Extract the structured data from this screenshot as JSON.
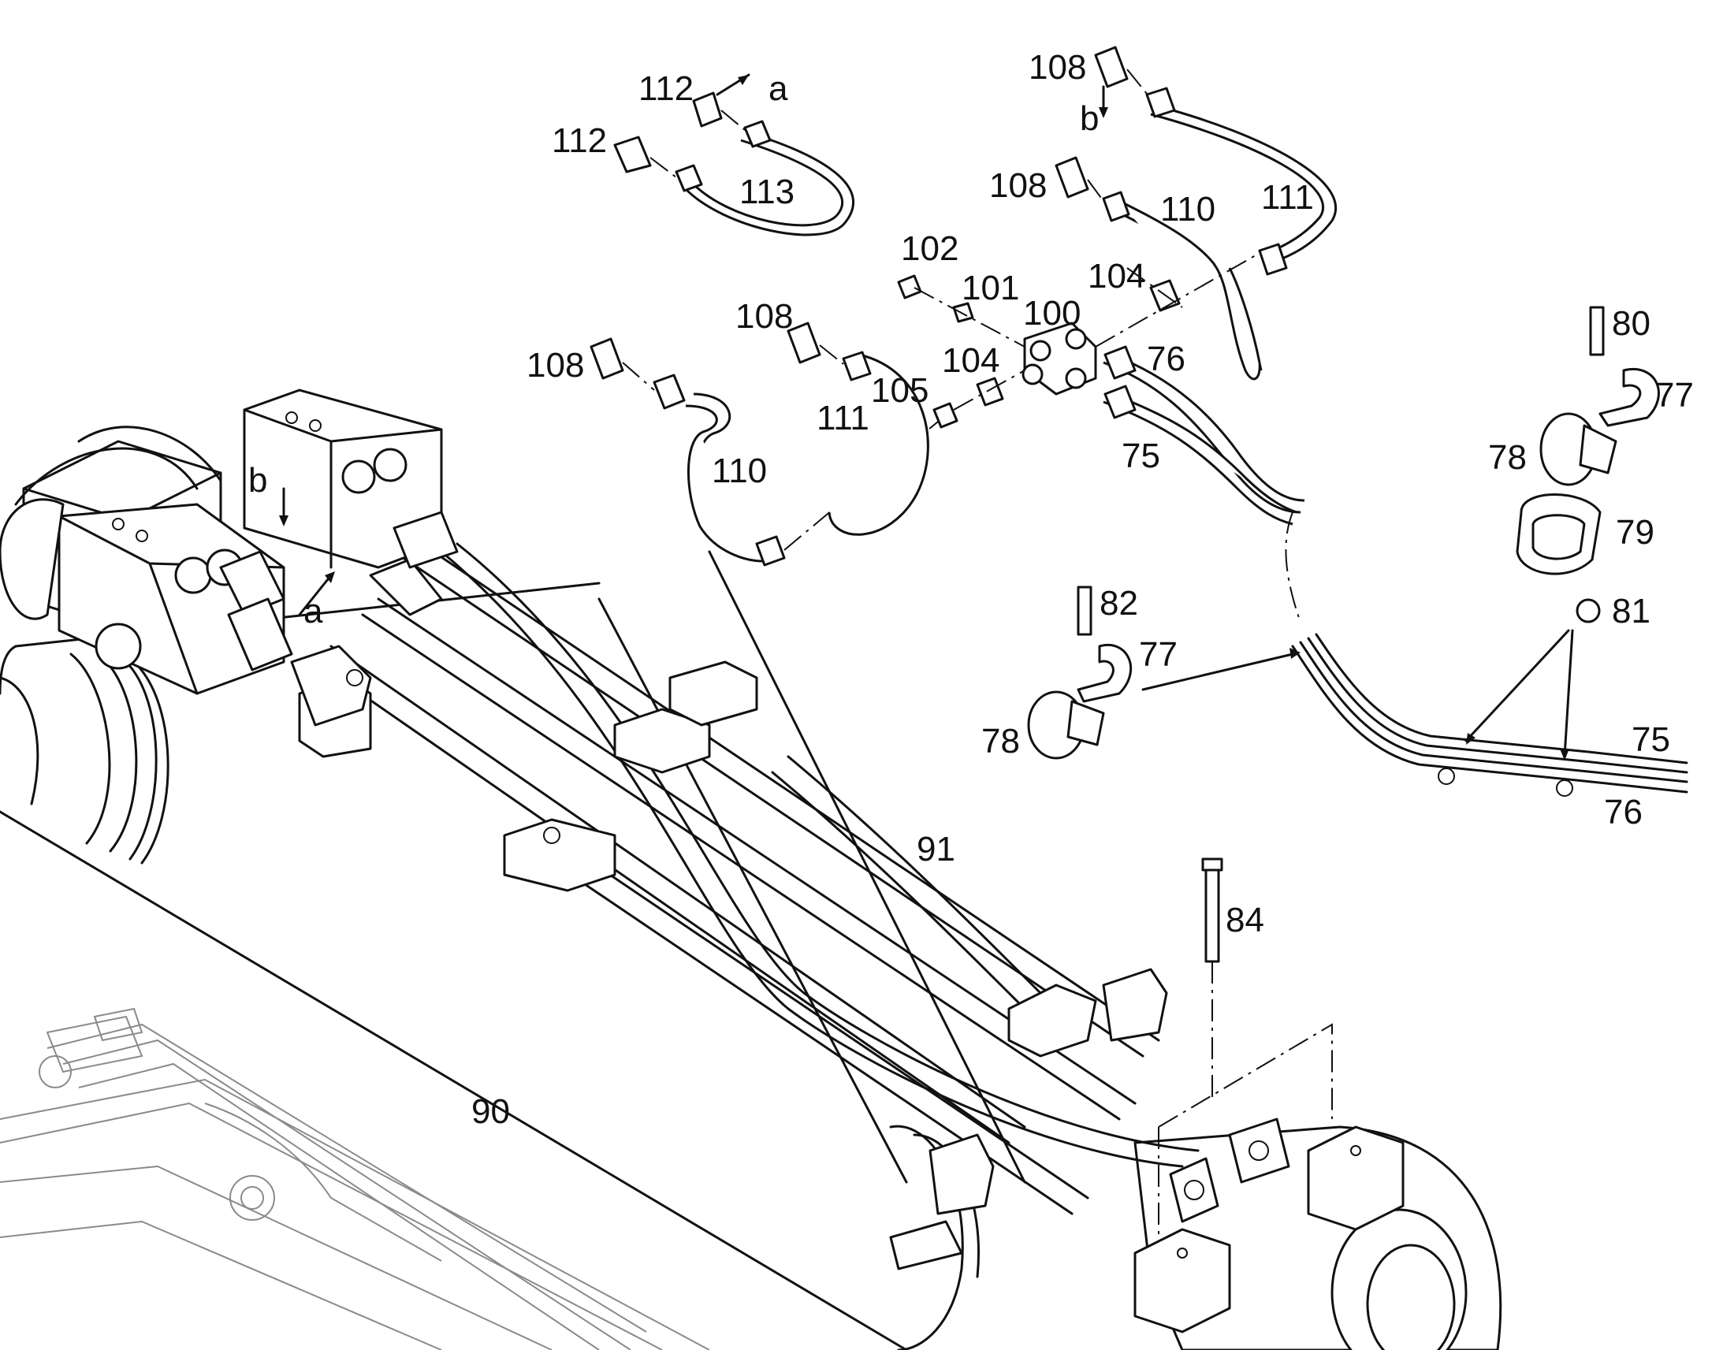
{
  "diagram": {
    "callouts": [
      {
        "id": "c-112a",
        "text": "112"
      },
      {
        "id": "c-a-top",
        "text": "a"
      },
      {
        "id": "c-112b",
        "text": "112"
      },
      {
        "id": "c-113",
        "text": "113"
      },
      {
        "id": "c-108-top",
        "text": "108"
      },
      {
        "id": "c-b-top",
        "text": "b"
      },
      {
        "id": "c-108-mid",
        "text": "108"
      },
      {
        "id": "c-110-top",
        "text": "110"
      },
      {
        "id": "c-111-top",
        "text": "111"
      },
      {
        "id": "c-102",
        "text": "102"
      },
      {
        "id": "c-101",
        "text": "101"
      },
      {
        "id": "c-104-top",
        "text": "104"
      },
      {
        "id": "c-100",
        "text": "100"
      },
      {
        "id": "c-108-left2",
        "text": "108"
      },
      {
        "id": "c-108-left",
        "text": "108"
      },
      {
        "id": "c-104-mid",
        "text": "104"
      },
      {
        "id": "c-76-top",
        "text": "76"
      },
      {
        "id": "c-105",
        "text": "105"
      },
      {
        "id": "c-111-mid",
        "text": "111"
      },
      {
        "id": "c-75-top",
        "text": "75"
      },
      {
        "id": "c-110-mid",
        "text": "110"
      },
      {
        "id": "c-b-block",
        "text": "b"
      },
      {
        "id": "c-a-block",
        "text": "a"
      },
      {
        "id": "c-80",
        "text": "80"
      },
      {
        "id": "c-77-right",
        "text": "77"
      },
      {
        "id": "c-78-right",
        "text": "78"
      },
      {
        "id": "c-79",
        "text": "79"
      },
      {
        "id": "c-81",
        "text": "81"
      },
      {
        "id": "c-82",
        "text": "82"
      },
      {
        "id": "c-77-mid",
        "text": "77"
      },
      {
        "id": "c-78-mid",
        "text": "78"
      },
      {
        "id": "c-75-right",
        "text": "75"
      },
      {
        "id": "c-76-right",
        "text": "76"
      },
      {
        "id": "c-91",
        "text": "91"
      },
      {
        "id": "c-84",
        "text": "84"
      },
      {
        "id": "c-90",
        "text": "90"
      }
    ]
  }
}
